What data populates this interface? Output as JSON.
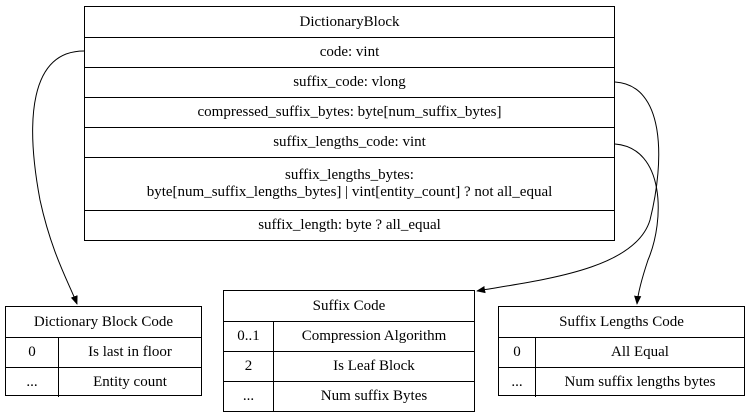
{
  "dictionary_block": {
    "title": "DictionaryBlock",
    "fields": [
      "code: vint",
      "suffix_code: vlong",
      "compressed_suffix_bytes: byte[num_suffix_bytes]",
      "suffix_lengths_code: vint"
    ],
    "suffix_lengths_bytes_line1": "suffix_lengths_bytes:",
    "suffix_lengths_bytes_line2": "byte[num_suffix_lengths_bytes] | vint[entity_count] ? not all_equal",
    "suffix_length": "suffix_length: byte ? all_equal"
  },
  "dictionary_block_code": {
    "title": "Dictionary Block Code",
    "rows": [
      {
        "bits": "0",
        "meaning": "Is last in floor"
      },
      {
        "bits": "...",
        "meaning": "Entity count"
      }
    ]
  },
  "suffix_code": {
    "title": "Suffix Code",
    "rows": [
      {
        "bits": "0..1",
        "meaning": "Compression Algorithm"
      },
      {
        "bits": "2",
        "meaning": "Is Leaf Block"
      },
      {
        "bits": "...",
        "meaning": "Num suffix Bytes"
      }
    ]
  },
  "suffix_lengths_code": {
    "title": "Suffix Lengths Code",
    "rows": [
      {
        "bits": "0",
        "meaning": "All Equal"
      },
      {
        "bits": "...",
        "meaning": "Num suffix lengths bytes"
      }
    ]
  }
}
